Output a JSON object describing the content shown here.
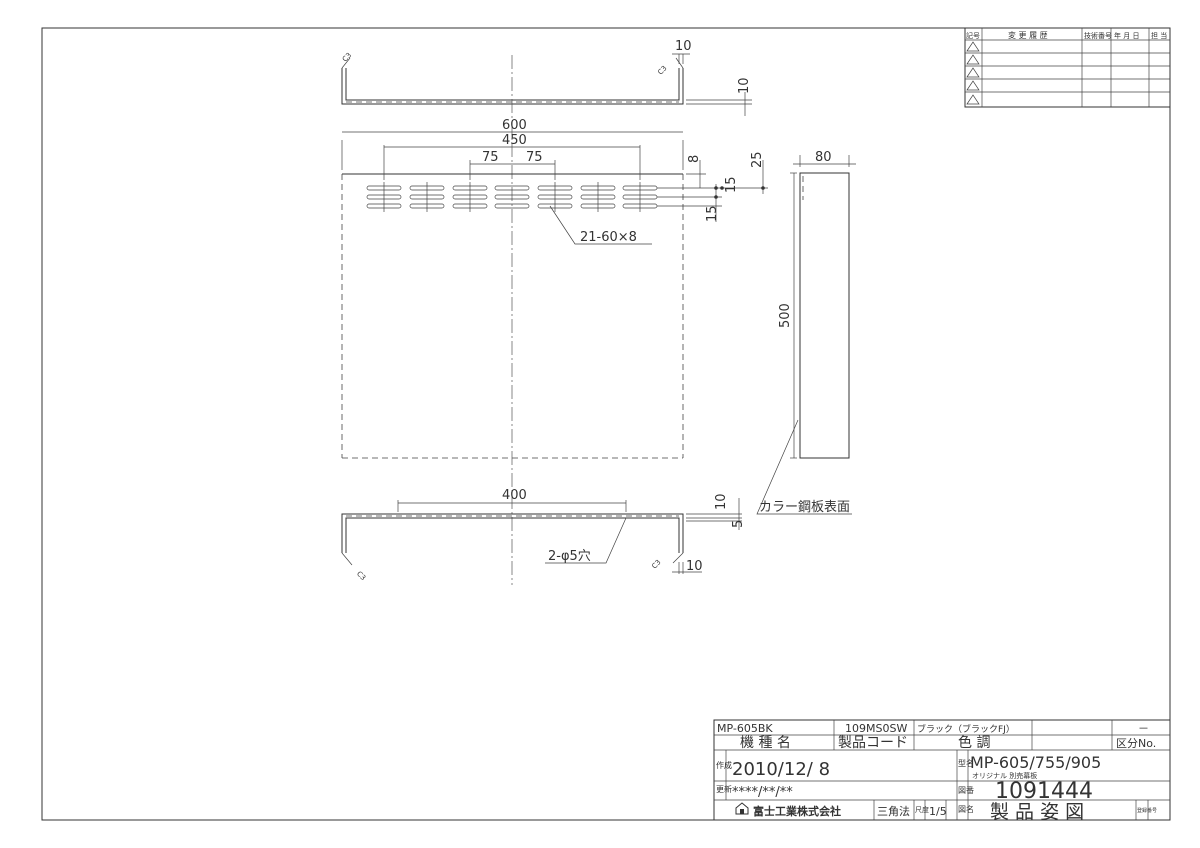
{
  "dimensions": {
    "top_flange_height": "10",
    "top_flange_edge": "10",
    "overall_width": "600",
    "vent_span": "450",
    "pitch_left": "75",
    "pitch_right": "75",
    "top_offset": "8",
    "vent_group_height": "25",
    "slot_pitch": "15",
    "slot_pitch_lower": "15",
    "slot_spec": "21-60×8",
    "depth": "80",
    "height": "500",
    "hole_span": "400",
    "bottom_flange_height": "10",
    "bottom_flange_offset": "5",
    "bottom_flange_edge": "10",
    "hole_spec": "2-φ5穴",
    "surface_note": "カラー鋼板表面"
  },
  "revision_table": {
    "headers": [
      "記号",
      "変 更 履 歴",
      "技術番号",
      "年 月 日",
      "担 当"
    ],
    "rows": [
      "",
      "",
      "",
      "",
      ""
    ]
  },
  "title_block": {
    "model": "MP-605BK",
    "product_code": "109MS0SW",
    "color": "ブラック（ブラックFJ）",
    "dash": "－",
    "label_model": "機 種 名",
    "label_code": "製品コード",
    "label_color": "色 調",
    "label_class": "区分No.",
    "label_created": "作成",
    "created_date": "2010/12/ 8",
    "label_type": "型名",
    "type_name": "MP-605/755/905",
    "type_sub": "オリジナル 別売幕板",
    "label_revised": "更新",
    "revised_date": "****/**/**",
    "label_drawing_no": "図番",
    "drawing_no": "1091444",
    "company": "富士工業株式会社",
    "projection": "三角法",
    "label_scale": "尺度",
    "scale": "1/5",
    "label_drawing_name": "図名",
    "drawing_name": "製 品 姿 図",
    "label_registered": "登録番号"
  }
}
